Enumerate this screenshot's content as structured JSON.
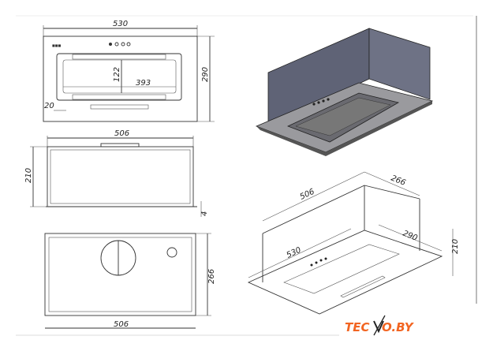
{
  "top_view": {
    "width": "530",
    "height": "290",
    "window_height": "122",
    "window_width": "393",
    "offset": "20"
  },
  "side_view": {
    "width": "506",
    "height": "210",
    "flange": "4"
  },
  "bottom_view": {
    "depth": "266",
    "width": "506"
  },
  "iso_view": {
    "body_width": "506",
    "body_depth": "266",
    "panel_depth": "290",
    "height": "210",
    "panel_width": "530"
  },
  "logo": {
    "text": "TECNO.BY"
  },
  "colors": {
    "logo": "#f26522",
    "body": "#6b6f80",
    "panel": "#9a9a9e"
  }
}
